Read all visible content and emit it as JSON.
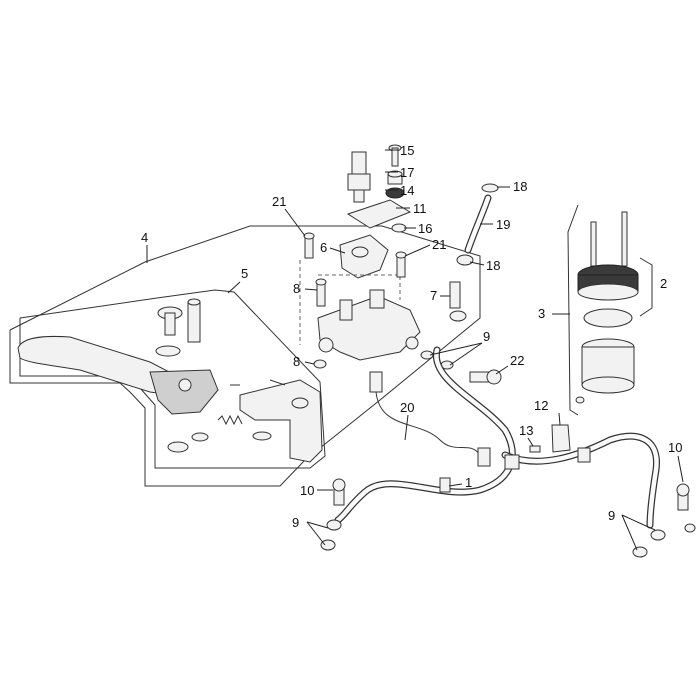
{
  "diagram": {
    "callouts": [
      {
        "key": "c15",
        "text": "15"
      },
      {
        "key": "c17",
        "text": "17"
      },
      {
        "key": "c14",
        "text": "14"
      },
      {
        "key": "c11",
        "text": "11"
      },
      {
        "key": "c16",
        "text": "16"
      },
      {
        "key": "c18a",
        "text": "18"
      },
      {
        "key": "c19",
        "text": "19"
      },
      {
        "key": "c18b",
        "text": "18"
      },
      {
        "key": "c21a",
        "text": "21"
      },
      {
        "key": "c21b",
        "text": "21"
      },
      {
        "key": "c6",
        "text": "6"
      },
      {
        "key": "c4",
        "text": "4"
      },
      {
        "key": "c5",
        "text": "5"
      },
      {
        "key": "c8a",
        "text": "8"
      },
      {
        "key": "c8b",
        "text": "8"
      },
      {
        "key": "c7",
        "text": "7"
      },
      {
        "key": "c9a",
        "text": "9"
      },
      {
        "key": "c22",
        "text": "22"
      },
      {
        "key": "c3",
        "text": "3"
      },
      {
        "key": "c2",
        "text": "2"
      },
      {
        "key": "c20",
        "text": "20"
      },
      {
        "key": "c12",
        "text": "12"
      },
      {
        "key": "c13",
        "text": "13"
      },
      {
        "key": "c1",
        "text": "1"
      },
      {
        "key": "c10a",
        "text": "10"
      },
      {
        "key": "c9b",
        "text": "9"
      },
      {
        "key": "c10b",
        "text": "10"
      },
      {
        "key": "c9c",
        "text": "9"
      }
    ]
  }
}
